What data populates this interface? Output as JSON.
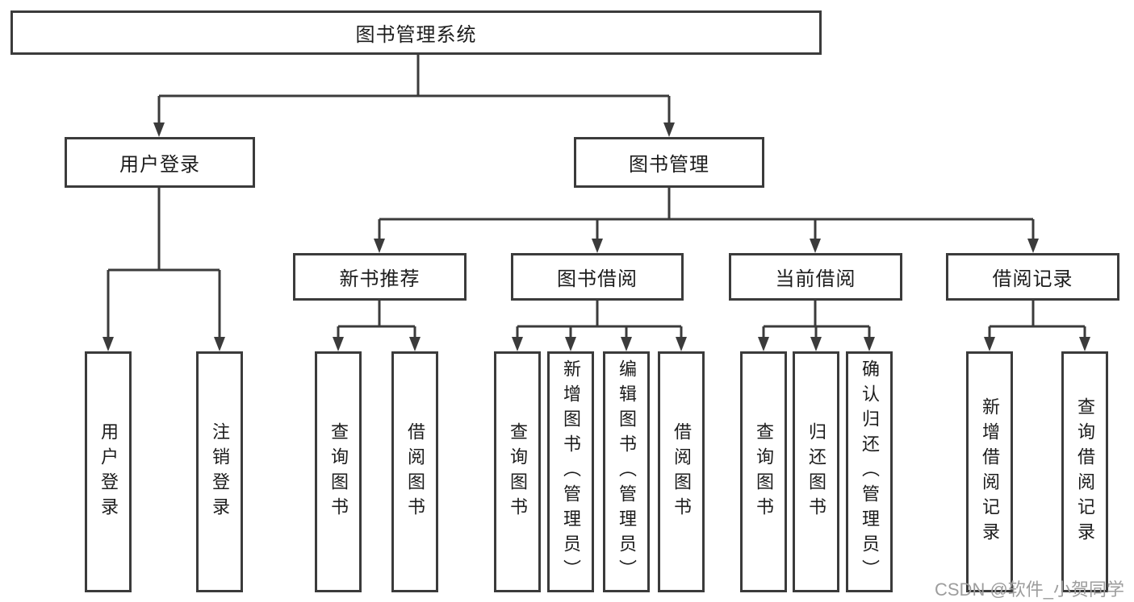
{
  "diagram": {
    "kind": "hierarchy-tree",
    "colors": {
      "line": "#3b3b3b",
      "text": "#1c1c1c",
      "watermark": "#9d9d9d",
      "background": "#ffffff"
    },
    "root": {
      "label": "图书管理系统"
    },
    "branches": [
      {
        "label": "用户登录",
        "children": [
          {
            "label": "用户登录"
          },
          {
            "label": "注销登录"
          }
        ]
      },
      {
        "label": "图书管理",
        "children": [
          {
            "label": "新书推荐",
            "children": [
              {
                "label": "查询图书"
              },
              {
                "label": "借阅图书"
              }
            ]
          },
          {
            "label": "图书借阅",
            "children": [
              {
                "label": "查询图书"
              },
              {
                "label": "新增图书（管理员）"
              },
              {
                "label": "编辑图书（管理员）"
              },
              {
                "label": "借阅图书"
              }
            ]
          },
          {
            "label": "当前借阅",
            "children": [
              {
                "label": "查询图书"
              },
              {
                "label": "归还图书"
              },
              {
                "label": "确认归还（管理员）"
              }
            ]
          },
          {
            "label": "借阅记录",
            "children": [
              {
                "label": "新增借阅记录"
              },
              {
                "label": "查询借阅记录"
              }
            ]
          }
        ]
      }
    ],
    "watermark": "CSDN @软件_小贺同学"
  }
}
